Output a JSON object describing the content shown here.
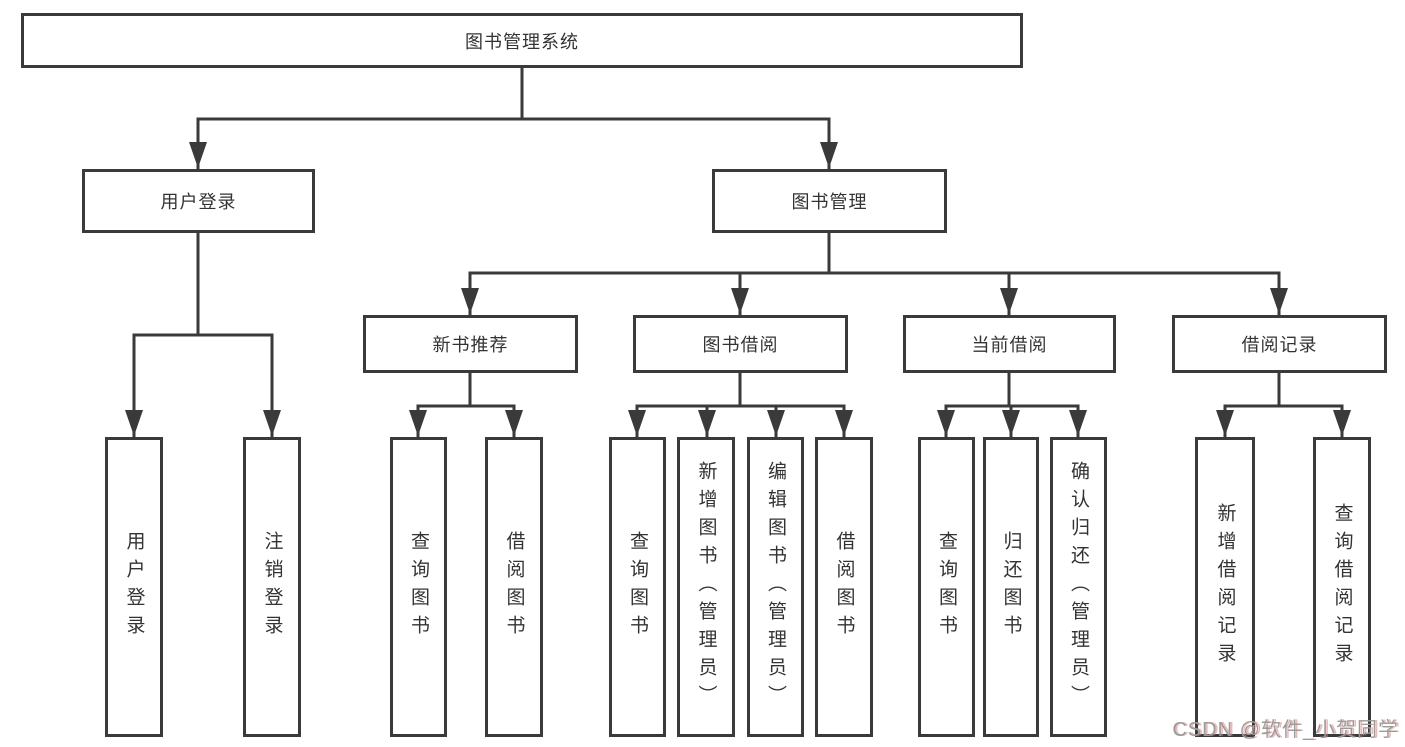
{
  "diagram_title": "图书管理系统",
  "tree": {
    "label": "图书管理系统",
    "children": [
      {
        "label": "用户登录",
        "children": [
          {
            "label": "用户登录"
          },
          {
            "label": "注销登录"
          }
        ]
      },
      {
        "label": "图书管理",
        "children": [
          {
            "label": "新书推荐",
            "children": [
              {
                "label": "查询图书"
              },
              {
                "label": "借阅图书"
              }
            ]
          },
          {
            "label": "图书借阅",
            "children": [
              {
                "label": "查询图书"
              },
              {
                "label": "新增图书（管理员）"
              },
              {
                "label": "编辑图书（管理员）"
              },
              {
                "label": "借阅图书"
              }
            ]
          },
          {
            "label": "当前借阅",
            "children": [
              {
                "label": "查询图书"
              },
              {
                "label": "归还图书"
              },
              {
                "label": "确认归还（管理员）"
              }
            ]
          },
          {
            "label": "借阅记录",
            "children": [
              {
                "label": "新增借阅记录"
              },
              {
                "label": "查询借阅记录"
              }
            ]
          }
        ]
      }
    ]
  },
  "watermark": {
    "text": "CSDN @软件_小贺同学"
  },
  "colors": {
    "line": "#3a3a3a",
    "text": "#333333",
    "background": "#ffffff",
    "watermark": "#9b9b9b",
    "watermark_shadow": "#dd8080"
  }
}
